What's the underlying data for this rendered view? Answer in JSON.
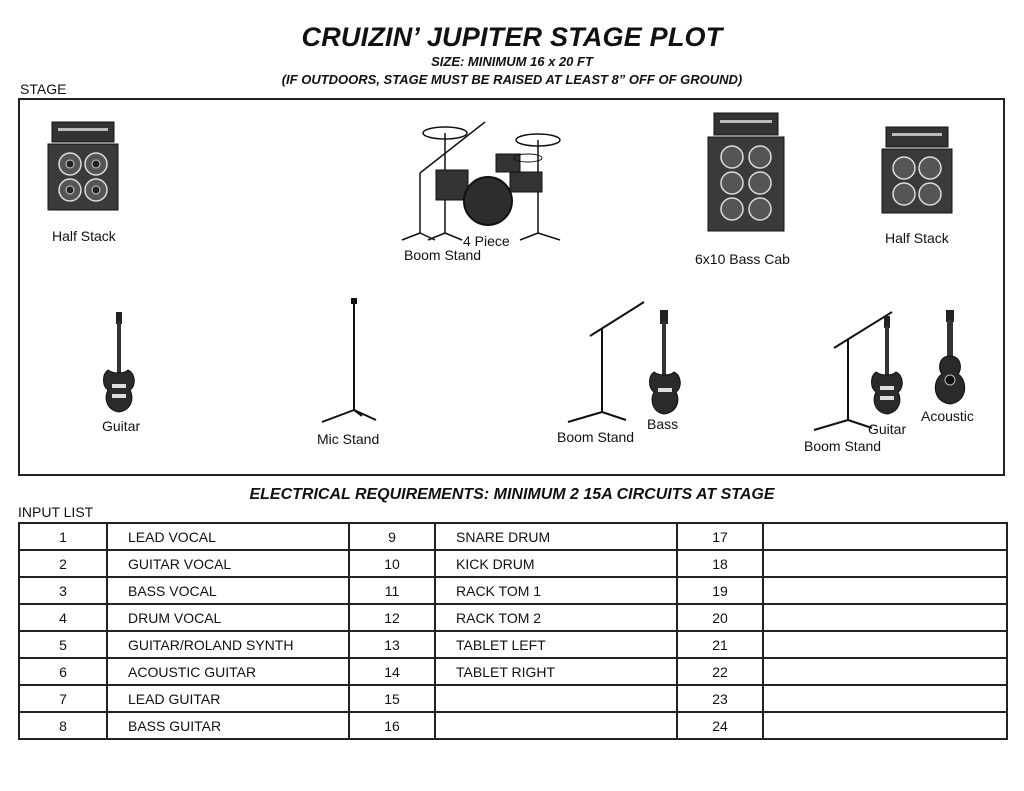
{
  "header": {
    "title": "CRUIZIN’ JUPITER STAGE PLOT",
    "size": "SIZE: MINIMUM 16 x 20 FT",
    "note": "(IF OUTDOORS, STAGE MUST BE RAISED AT LEAST 8” OFF OF GROUND)"
  },
  "stage": {
    "label": "STAGE",
    "items": {
      "half_stack_left": "Half Stack",
      "drums_label": "4 Piece",
      "drums_boom": "Boom Stand",
      "bass_cab": "6x10 Bass Cab",
      "half_stack_right": "Half Stack",
      "guitar_left": "Guitar",
      "mic_stand": "Mic Stand",
      "boom_stand_center": "Boom Stand",
      "bass": "Bass",
      "boom_stand_right": "Boom Stand",
      "guitar_right": "Guitar",
      "acoustic": "Acoustic"
    }
  },
  "electrical": "ELECTRICAL REQUIREMENTS:  MINIMUM 2 15A CIRCUITS AT STAGE",
  "input_list": {
    "label": "INPUT LIST",
    "rows": [
      {
        "n1": "1",
        "c1": "LEAD VOCAL",
        "n2": "9",
        "c2": "SNARE DRUM",
        "n3": "17",
        "c3": ""
      },
      {
        "n1": "2",
        "c1": "GUITAR VOCAL",
        "n2": "10",
        "c2": "KICK DRUM",
        "n3": "18",
        "c3": ""
      },
      {
        "n1": "3",
        "c1": "BASS VOCAL",
        "n2": "11",
        "c2": "RACK TOM 1",
        "n3": "19",
        "c3": ""
      },
      {
        "n1": "4",
        "c1": "DRUM VOCAL",
        "n2": "12",
        "c2": "RACK TOM 2",
        "n3": "20",
        "c3": ""
      },
      {
        "n1": "5",
        "c1": "GUITAR/ROLAND SYNTH",
        "n2": "13",
        "c2": "TABLET LEFT",
        "n3": "21",
        "c3": ""
      },
      {
        "n1": "6",
        "c1": "ACOUSTIC GUITAR",
        "n2": "14",
        "c2": "TABLET RIGHT",
        "n3": "22",
        "c3": ""
      },
      {
        "n1": "7",
        "c1": "LEAD GUITAR",
        "n2": "15",
        "c2": "",
        "n3": "23",
        "c3": ""
      },
      {
        "n1": "8",
        "c1": "BASS GUITAR",
        "n2": "16",
        "c2": "",
        "n3": "24",
        "c3": ""
      }
    ]
  }
}
